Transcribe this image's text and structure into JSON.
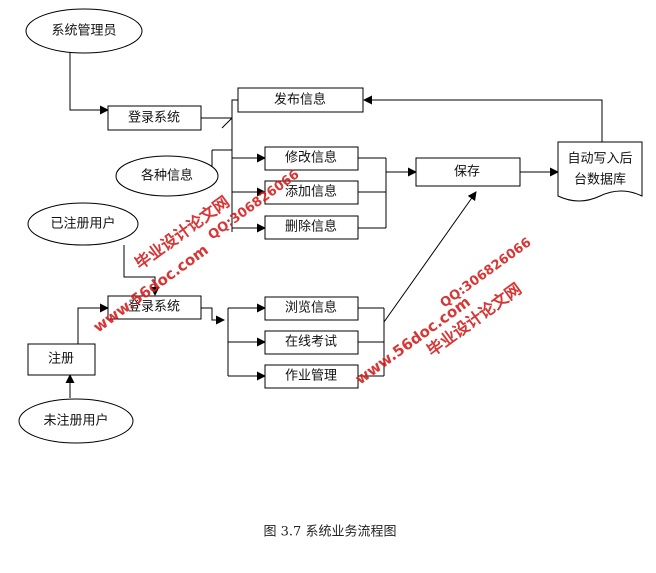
{
  "nodes": {
    "admin": "系统管理员",
    "login_admin": "登录系统",
    "publish": "发布信息",
    "various_info": "各种信息",
    "modify": "修改信息",
    "add": "添加信息",
    "delete": "删除信息",
    "save": "保存",
    "database_line1": "自动写入后",
    "database_line2": "台数据库",
    "registered_user": "已注册用户",
    "login_user": "登录系统",
    "browse": "浏览信息",
    "online_exam": "在线考试",
    "homework": "作业管理",
    "register": "注册",
    "unregistered_user": "未注册用户"
  },
  "watermarks": {
    "name": "毕业设计论文网",
    "site": "www.56doc.com",
    "qq": "QQ:306826066"
  },
  "caption": "图 3.7  系统业务流程图",
  "colors": {
    "line": "#000000",
    "watermark": "#d42020"
  }
}
